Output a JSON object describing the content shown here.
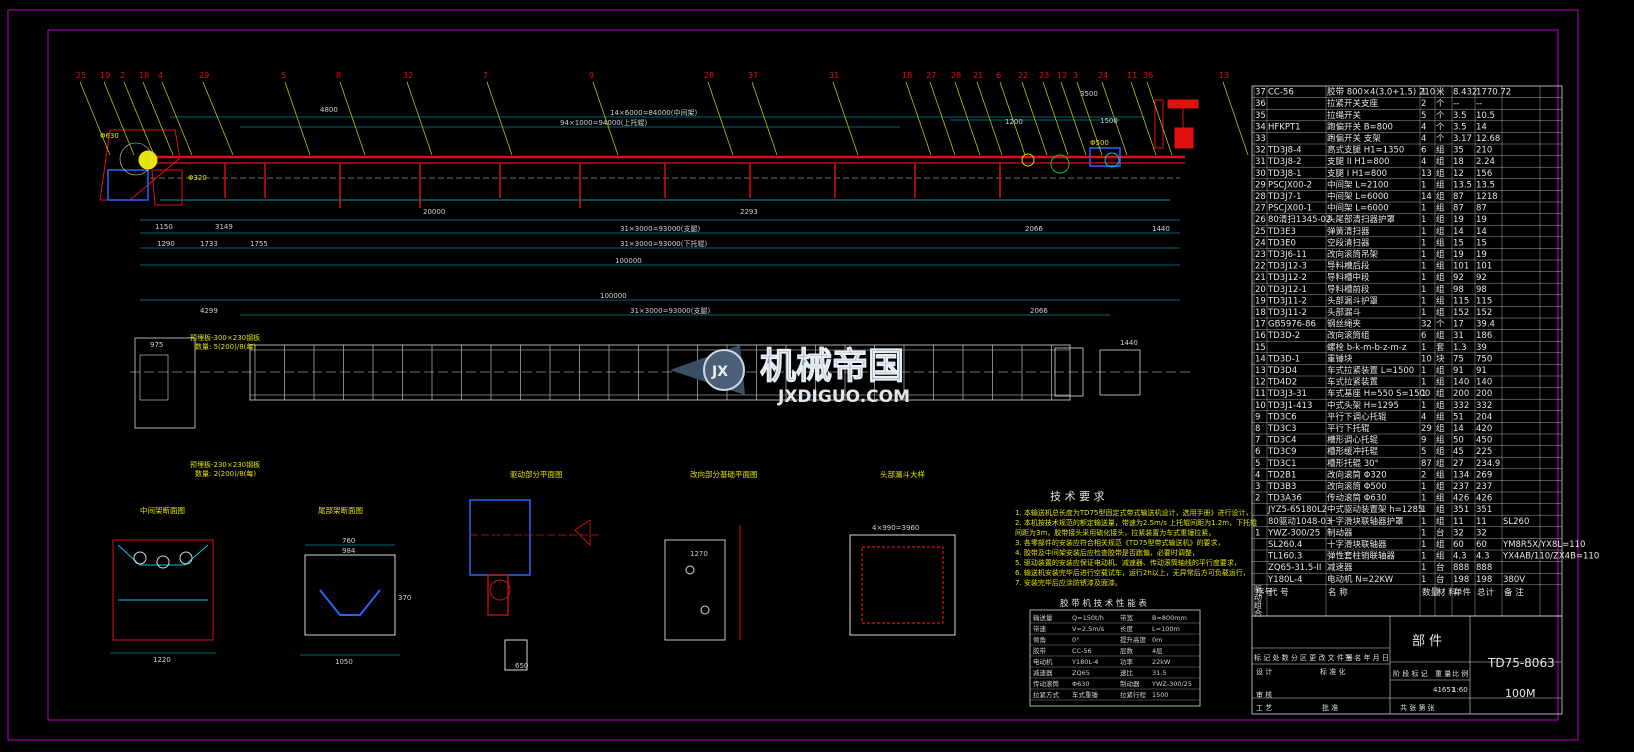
{
  "drawing": {
    "number": "TD75-8063",
    "type_label": "部 件",
    "length_label": "100M",
    "scale": "1:60",
    "sheet_no": "41657"
  },
  "title_block": {
    "row_labels": [
      "标 记 处 数 分",
      "区 更 改 文 件 号",
      "签 名 年 月 日"
    ],
    "design_label": "设 计",
    "review_label": "审 核",
    "process_label": "工 艺",
    "std_label": "标 准 化",
    "approve_label": "批 准",
    "stage_label": "阶 段 标 记",
    "weight_label": "重 量",
    "ratio_label": "比 例",
    "sheets_label": "共 张 第 张"
  },
  "bom_header": [
    "序号",
    "代 号",
    "名 称",
    "数量",
    "材 料",
    "单件",
    "总计",
    "备 注"
  ],
  "bom": [
    [
      "37",
      "CC-56",
      "胶带 800×4(3.0+1.5) 210",
      "1",
      "米",
      "8.432",
      "1770.72",
      ""
    ],
    [
      "36",
      "",
      "拉紧开关支座",
      "2",
      "个",
      "--",
      "--",
      ""
    ],
    [
      "35",
      "",
      "拉绳开关",
      "5",
      "个",
      "3.5",
      "10.5",
      ""
    ],
    [
      "34",
      "HFKPT1",
      "跑偏开关 B=800",
      "4",
      "个",
      "3.5",
      "14",
      ""
    ],
    [
      "33",
      "",
      "跑偏开关 支架",
      "4",
      "个",
      "3.17",
      "12.68",
      ""
    ],
    [
      "32",
      "TD3J8-4",
      "高式支腿 H1=1350",
      "6",
      "组",
      "35",
      "210",
      ""
    ],
    [
      "31",
      "TD3J8-2",
      "支腿 II  H1=800",
      "4",
      "组",
      "18",
      "2.24",
      ""
    ],
    [
      "30",
      "TD3J8-1",
      "支腿 I  H1=800",
      "13",
      "组",
      "12",
      "156",
      ""
    ],
    [
      "29",
      "PSCJX00-2",
      "中间架 L=2100",
      "1",
      "组",
      "13.5",
      "13.5",
      ""
    ],
    [
      "28",
      "TD3J7-1",
      "中间架 L=6000",
      "14",
      "组",
      "87",
      "1218",
      ""
    ],
    [
      "27",
      "PSCJX00-1",
      "中间架 L=6000",
      "1",
      "组",
      "87",
      "87",
      ""
    ],
    [
      "26",
      "80清扫1345-02",
      "头尾部清扫器护罩",
      "1",
      "组",
      "19",
      "19",
      ""
    ],
    [
      "25",
      "TD3E3",
      "弹簧清扫器",
      "1",
      "组",
      "14",
      "14",
      ""
    ],
    [
      "24",
      "TD3E0",
      "空段清扫器",
      "1",
      "组",
      "15",
      "15",
      ""
    ],
    [
      "23",
      "TD3J6-11",
      "改向滚筒吊架",
      "1",
      "组",
      "19",
      "19",
      ""
    ],
    [
      "22",
      "TD3J12-3",
      "导料槽后段",
      "1",
      "组",
      "101",
      "101",
      ""
    ],
    [
      "21",
      "TD3J12-2",
      "导料槽中段",
      "1",
      "组",
      "92",
      "92",
      ""
    ],
    [
      "20",
      "TD3J12-1",
      "导料槽前段",
      "1",
      "组",
      "98",
      "98",
      ""
    ],
    [
      "19",
      "TD3J11-2",
      "头部漏斗护罩",
      "1",
      "组",
      "115",
      "115",
      ""
    ],
    [
      "18",
      "TD3J11-2",
      "头部漏斗",
      "1",
      "组",
      "152",
      "152",
      ""
    ],
    [
      "17",
      "GB5976-86",
      "钢丝绳夹",
      "32",
      "个",
      "17",
      "39.4",
      ""
    ],
    [
      "16",
      "TD3D-2",
      "改向滚筒组",
      "6",
      "组",
      "31",
      "186",
      ""
    ],
    [
      "15",
      "",
      "螺栓 b-k-m-b-z-m-z",
      "1",
      "套",
      "1.3",
      "39",
      ""
    ],
    [
      "14",
      "TD3D-1",
      "重锤块",
      "10",
      "块",
      "75",
      "750",
      ""
    ],
    [
      "13",
      "TD3D4",
      "车式拉紧装置 L=1500",
      "1",
      "组",
      "91",
      "91",
      ""
    ],
    [
      "12",
      "TD4D2",
      "车式拉紧装置",
      "1",
      "组",
      "140",
      "140",
      ""
    ],
    [
      "11",
      "TD3J3-31",
      "车式基座 H=550 S=1500",
      "1",
      "组",
      "200",
      "200",
      ""
    ],
    [
      "10",
      "TD3J1-413",
      "中式头架 H=1295",
      "1",
      "组",
      "332",
      "332",
      ""
    ],
    [
      "9",
      "TD3C6",
      "平行下调心托辊",
      "4",
      "组",
      "51",
      "204",
      ""
    ],
    [
      "8",
      "TD3C3",
      "平行下托辊",
      "29",
      "组",
      "14",
      "420",
      ""
    ],
    [
      "7",
      "TD3C4",
      "槽形调心托辊",
      "9",
      "组",
      "50",
      "450",
      ""
    ],
    [
      "6",
      "TD3C9",
      "槽形缓冲托辊",
      "5",
      "组",
      "45",
      "225",
      ""
    ],
    [
      "5",
      "TD3C1",
      "槽形托辊 30°",
      "87",
      "组",
      "27",
      "234.9",
      ""
    ],
    [
      "4",
      "TD2B1",
      "改向滚筒 Φ320",
      "2",
      "组",
      "134",
      "269",
      ""
    ],
    [
      "3",
      "TD3B3",
      "改向滚筒 Φ500",
      "1",
      "组",
      "237",
      "237",
      ""
    ],
    [
      "2",
      "TD3A36",
      "传动滚筒 Φ630",
      "1",
      "组",
      "426",
      "426",
      ""
    ],
    [
      "",
      "JYZ5-65180L2",
      "中式驱动装置架 h=1285",
      "1",
      "组",
      "351",
      "351",
      ""
    ],
    [
      "",
      "80驱动1048-03",
      "十字滑块联轴器护罩",
      "1",
      "组",
      "11",
      "11",
      "SL260"
    ],
    [
      "1",
      "YWZ-300/25",
      "制动器",
      "1",
      "台",
      "32",
      "32",
      ""
    ],
    [
      "",
      "SL260.4",
      "十字滑块联轴器",
      "1",
      "组",
      "60",
      "60",
      "YM8R5X/YX8L=110"
    ],
    [
      "",
      "TL160.3",
      "弹性套柱销联轴器",
      "1",
      "组",
      "4.3",
      "4.3",
      "YX4AB/110/ZX4B=110"
    ],
    [
      "",
      "ZQ65-31.5-II",
      "减速器",
      "1",
      "台",
      "888",
      "888",
      ""
    ],
    [
      "",
      "Y180L-4",
      "电动机 N=22KW",
      "1",
      "台",
      "198",
      "198",
      "380V"
    ]
  ],
  "drive_group_label": "驱动组合",
  "watermark": {
    "cn": "机械帝国",
    "en": "JXDIGUO.COM"
  },
  "view_labels": {
    "mid_frame": "中间架断面图",
    "tail_frame": "尾部架断面图",
    "head_frame": "驱动部分平面图",
    "tail_plan": "改向部分基础平面图",
    "hopper": "头部漏斗大样"
  },
  "tech_req": {
    "title": "技 术 要 求",
    "lines": [
      "1. 本输送机总长度为TD75型固定式带式输送机设计，选用手册》进行设计，",
      "2. 本机按技术规范的额定输送量，带速为2.5m/s 上托辊间距为1.2m，下托辊",
      "   间距为3m，胶带接头采用硫化接头，拉紧装置为车式重锤拉紧，",
      "3. 各零部件的安装应符合相关规范《TD75型带式输送机》的要求，",
      "4. 胶带及中间架安装后应检查胶带是否跑偏，必要时调整，",
      "5. 驱动装置的安装应保证电动机、减速器、传动滚筒轴线的平行度要求，",
      "6. 输送机安装完毕后进行空载试车，运行2h以上，无异常后方可负载运行，",
      "7. 安装完毕后应涂防锈漆及面漆。"
    ]
  },
  "tech_table": {
    "title": "胶 带 机 技 术 性 能 表",
    "rows": [
      [
        "输送量",
        "Q=150t/h",
        "带宽",
        "B=800mm"
      ],
      [
        "带速",
        "V=2.5m/s",
        "长度",
        "L=100m"
      ],
      [
        "倾角",
        "0°",
        "提升高度",
        "0m"
      ],
      [
        "胶带",
        "CC-56",
        "层数",
        "4层"
      ],
      [
        "电动机",
        "Y180L-4",
        "功率",
        "22kW"
      ],
      [
        "减速器",
        "ZQ65",
        "速比",
        "31.5"
      ],
      [
        "传动滚筒",
        "Φ630",
        "制动器",
        "YWZ-300/25"
      ],
      [
        "拉紧方式",
        "车式重锤",
        "拉紧行程",
        "1500"
      ]
    ]
  },
  "callouts_top": [
    "25",
    "19",
    "2",
    "18",
    "4",
    "29",
    "5",
    "8",
    "32",
    "7",
    "9",
    "28",
    "37",
    "31",
    "18",
    "27",
    "28",
    "21",
    "6",
    "22",
    "23",
    "12",
    "3",
    "24",
    "11",
    "36",
    "13"
  ],
  "dims": {
    "d_14x6000": "14×6000=84000(中间架)",
    "d_94x1000": "94×1000=94000(上托辊)",
    "d_31x3000_a": "31×3000=93000(支腿)",
    "d_31x3000_b": "31×3000=93000(下托辊)",
    "d_100000": "100000",
    "d_1150": "1150",
    "d_3149": "3149",
    "d_1290": "1290",
    "d_1733": "1733",
    "d_1755": "1755",
    "d_20000": "20000",
    "d_2293": "2293",
    "d_2066": "2066",
    "d_1440": "1440",
    "d_4800": "4800",
    "d_1500": "1500",
    "d_1200": "1200",
    "d_3500": "3500",
    "d_4299": "4299",
    "d_100000_b": "100000",
    "d_2066_b": "2066",
    "d_1440_b": "1440",
    "d_975": "975",
    "d_1220": "1220",
    "d_1050": "1050",
    "d_650": "650",
    "d_1270": "1270",
    "d_760": "760",
    "d_984": "984",
    "d_370": "370",
    "d_49": "4×990=3960",
    "d_phi630": "Φ630",
    "d_phi500": "Φ500",
    "d_phi320": "Φ320",
    "note_base_a": "预埋板-300×230钢板",
    "note_base_b": "预埋板-230×230钢板",
    "note_a2": "数量: 5(200)/8(每)",
    "note_b2": "数量: 2(200)/8(每)"
  }
}
